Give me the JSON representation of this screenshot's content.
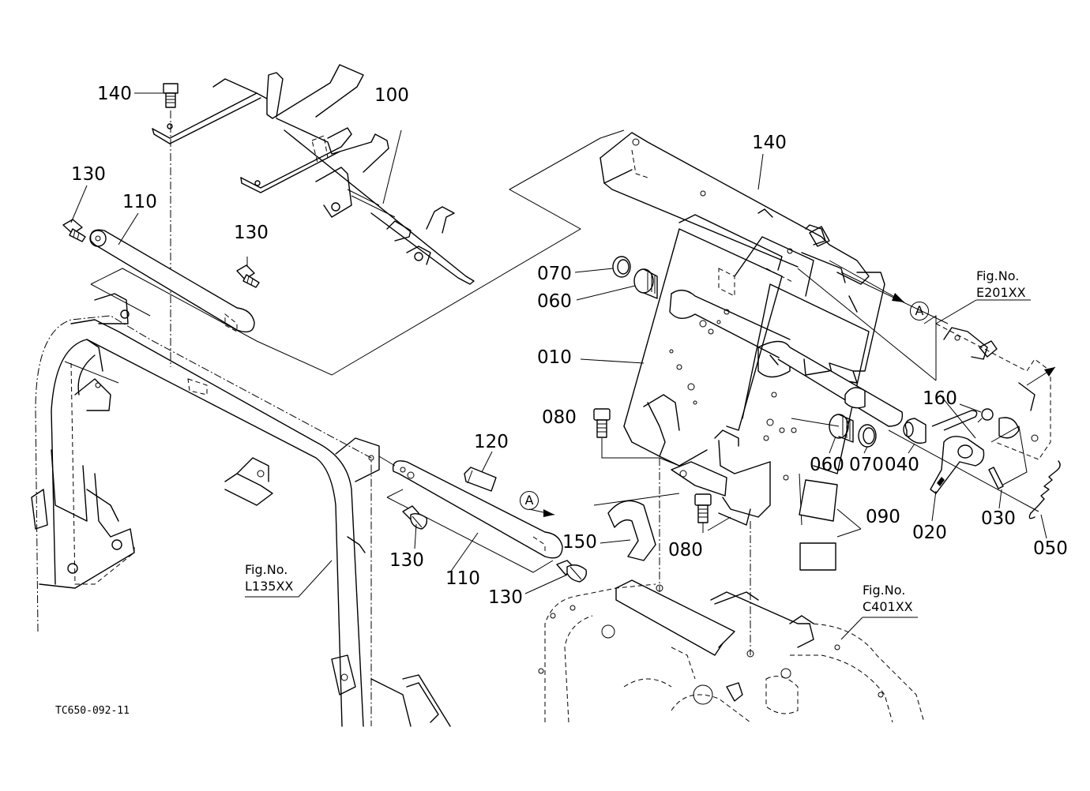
{
  "diagram_code": "TC650-092-11",
  "part_labels": {
    "p140a": "140",
    "p100": "100",
    "p130a": "130",
    "p110a": "110",
    "p130b": "130",
    "p140b": "140",
    "p070a": "070",
    "p060a": "060",
    "p010": "010",
    "p080a": "080",
    "p120": "120",
    "p130c": "130",
    "p110b": "110",
    "p130d": "130",
    "p150": "150",
    "p080b": "080",
    "p060b": "060",
    "p070b": "070",
    "p040": "040",
    "p020": "020",
    "p030": "030",
    "p050": "050",
    "p090": "090",
    "p160": "160"
  },
  "reference_marks": {
    "a1": "A",
    "a2": "A"
  },
  "figure_refs": {
    "e201": {
      "title": "Fig.No.",
      "code": "E201XX"
    },
    "l135": {
      "title": "Fig.No.",
      "code": "L135XX"
    },
    "c401": {
      "title": "Fig.No.",
      "code": "C401XX"
    }
  }
}
